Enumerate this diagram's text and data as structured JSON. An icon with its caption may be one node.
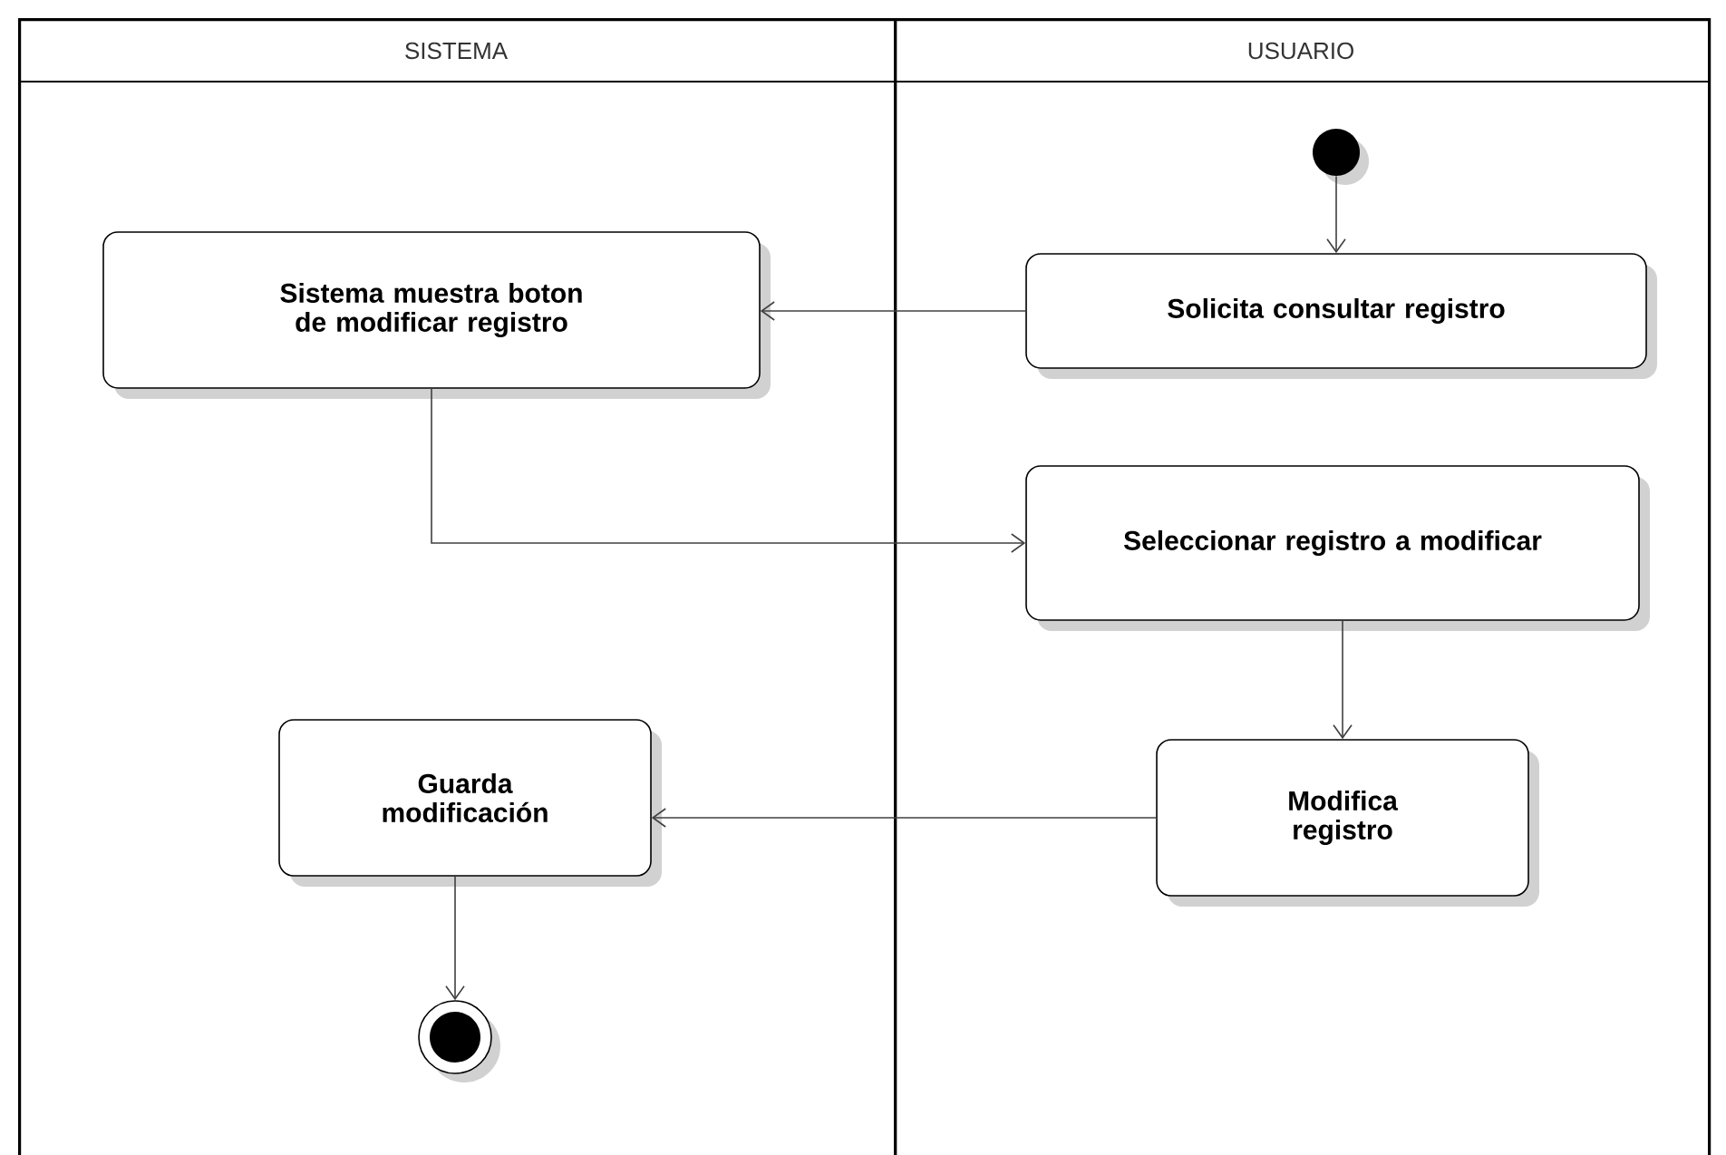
{
  "diagram": {
    "nodes": [
      {
        "text": [
          "SISTEMA"
        ]
      },
      {
        "text": [
          "USUARIO"
        ]
      },
      {
        "text": [],
        "shape": "circle",
        "in": 1
      },
      {
        "text": [
          "Solicita consultar registro"
        ],
        "in": 1
      },
      {
        "text": [
          "Sistema muestra boton de modificar registro"
        ],
        "in": 0
      },
      {
        "text": [
          "Seleccionar registro a modificar"
        ],
        "in": 1
      },
      {
        "text": [
          "Modifica registro"
        ],
        "in": 1
      },
      {
        "text": [
          "Guarda modificación"
        ],
        "in": 0
      },
      {
        "text": [],
        "shape": "end-circle",
        "in": 0
      }
    ],
    "edges": [
      {
        "from": 2,
        "to": 3,
        "arrow": "to"
      },
      {
        "from": 3,
        "to": 4,
        "arrow": "to"
      },
      {
        "from": 4,
        "to": 5,
        "arrow": "to"
      },
      {
        "from": 5,
        "to": 6,
        "arrow": "to"
      },
      {
        "from": 6,
        "to": 7,
        "arrow": "to"
      },
      {
        "from": 7,
        "to": 8,
        "arrow": "to"
      }
    ]
  }
}
